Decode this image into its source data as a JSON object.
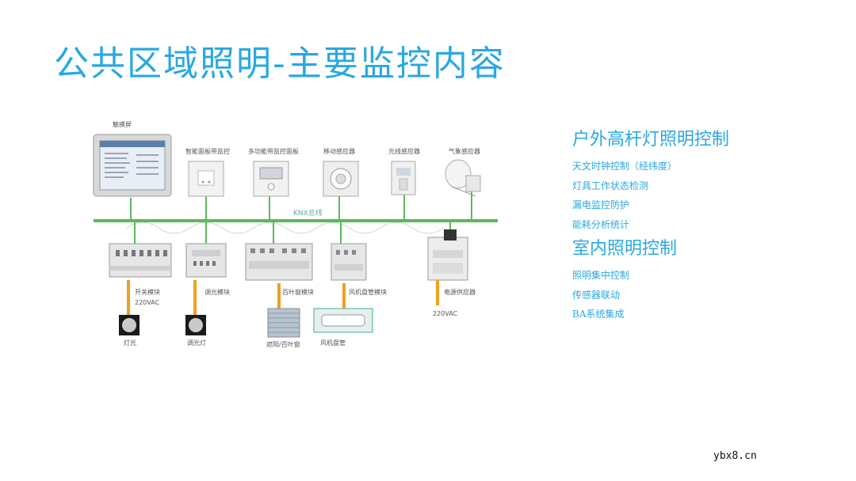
{
  "slide": {
    "title": "公共区域照明-主要监控内容",
    "watermark": "ybx8.cn"
  },
  "diagram": {
    "bus_label": "KNX总线",
    "top_devices": [
      {
        "id": "touchscreen",
        "label": "触摸屏"
      },
      {
        "id": "smart-panel",
        "label": "智能面板带监控"
      },
      {
        "id": "multi-panel",
        "label": "多功能带监控面板"
      },
      {
        "id": "motion-sensor",
        "label": "移动感应器"
      },
      {
        "id": "light-sensor",
        "label": "光线感应器"
      },
      {
        "id": "weather-sensor",
        "label": "气象感应器"
      }
    ],
    "bottom_modules": [
      {
        "id": "switch-module",
        "label": "开关模块",
        "voltage": "220VAC",
        "load_label": "灯光"
      },
      {
        "id": "dimmer-module",
        "label": "调光模块",
        "load_label": "调光灯"
      },
      {
        "id": "blind-module",
        "label": "百叶窗模块",
        "load_label": "遮阳/百叶窗"
      },
      {
        "id": "fancoil-module",
        "label": "风机盘管模块",
        "load_label": "风机盘管"
      },
      {
        "id": "power-supply",
        "label": "电源供应器",
        "voltage": "220VAC"
      }
    ]
  },
  "sections": [
    {
      "title": "户外高杆灯照明控制",
      "items": [
        "天文时钟控制（经纬度）",
        "灯具工作状态检测",
        "漏电监控防护",
        "能耗分析统计"
      ]
    },
    {
      "title": "室内照明控制",
      "items": [
        "照明集中控制",
        "传感器联动",
        "BA系统集成"
      ]
    }
  ],
  "colors": {
    "accent": "#29a8e0",
    "bus": "#5cb85c",
    "cable": "#f0a020"
  }
}
